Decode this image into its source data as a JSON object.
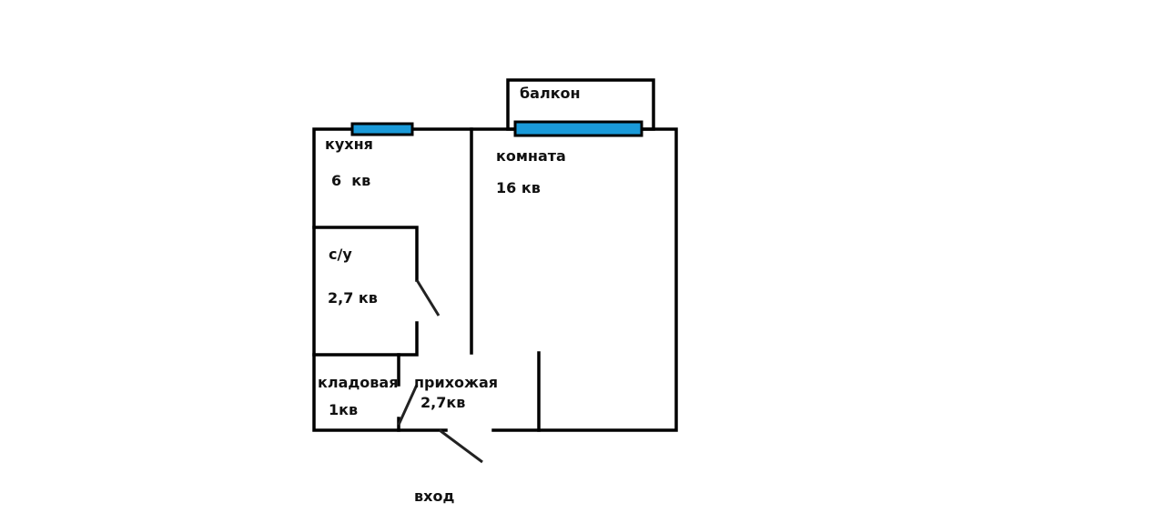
{
  "plan": {
    "rooms": {
      "kitchen": {
        "name": "кухня",
        "area": "6  кв"
      },
      "room": {
        "name": "комната",
        "area": "16 кв"
      },
      "bathroom": {
        "name": "с/у",
        "area": "2,7 кв"
      },
      "storage": {
        "name": "кладовая",
        "area": "1кв"
      },
      "hallway": {
        "name": "прихожая",
        "area": "2,7кв"
      },
      "balcony": {
        "name": "балкон"
      }
    },
    "entrance": "вход"
  },
  "colors": {
    "window": "#1a9ad9",
    "wall": "#000000"
  }
}
